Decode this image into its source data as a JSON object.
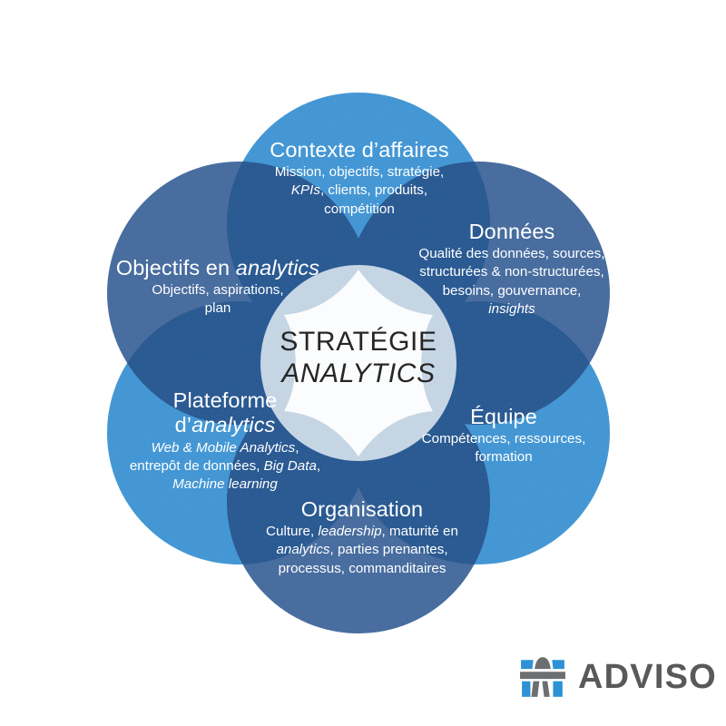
{
  "diagram": {
    "title": "Stratégie analytics",
    "center": {
      "line1": "STRATÉGIE",
      "line2": "ANALYTICS"
    },
    "petals": [
      {
        "id": "contexte",
        "title": "Contexte d’affaires",
        "description": "Mission, objectifs, stratégie, KPIs, clients, produits, compétition",
        "color": "#3d96d4",
        "position": "top"
      },
      {
        "id": "donnees",
        "title": "Données",
        "description": "Qualité des données, sources, structurées & non-structurées, besoins, gouvernance, insights",
        "color": "#426a9e",
        "position": "top-right"
      },
      {
        "id": "equipe",
        "title": "Équipe",
        "description": "Compétences, ressources, formation",
        "color": "#3d96d4",
        "position": "bottom-right"
      },
      {
        "id": "organisation",
        "title": "Organisation",
        "description": "Culture, leadership, maturité en analytics, parties prenantes, processus, commanditaires",
        "color": "#426a9e",
        "position": "bottom"
      },
      {
        "id": "plateforme",
        "title": "Plateforme d’analytics",
        "description": "Web & Mobile Analytics, entrepôt de données, Big Data, Machine learning",
        "color": "#3d96d4",
        "position": "bottom-left"
      },
      {
        "id": "objectifs",
        "title": "Objectifs en analytics",
        "description": "Objectifs, aspirations, plan",
        "color": "#426a9e",
        "position": "top-left"
      }
    ],
    "colors": {
      "light_blue": "#3d96d4",
      "dark_blue": "#426a9e",
      "overlap_dark": "#1d5691",
      "overlap_deep": "#2d4f7e",
      "center_overlay": "#d6e3ef",
      "center_star": "#fbfcfd",
      "background": "#ffffff",
      "center_text": "#262626"
    }
  },
  "logo": {
    "wordmark": "ADVISO",
    "mark_name": "inukshuk-icon",
    "mark_blue": "#2c92d5",
    "mark_gray": "#6d6e71",
    "wordmark_color": "#58595b"
  }
}
